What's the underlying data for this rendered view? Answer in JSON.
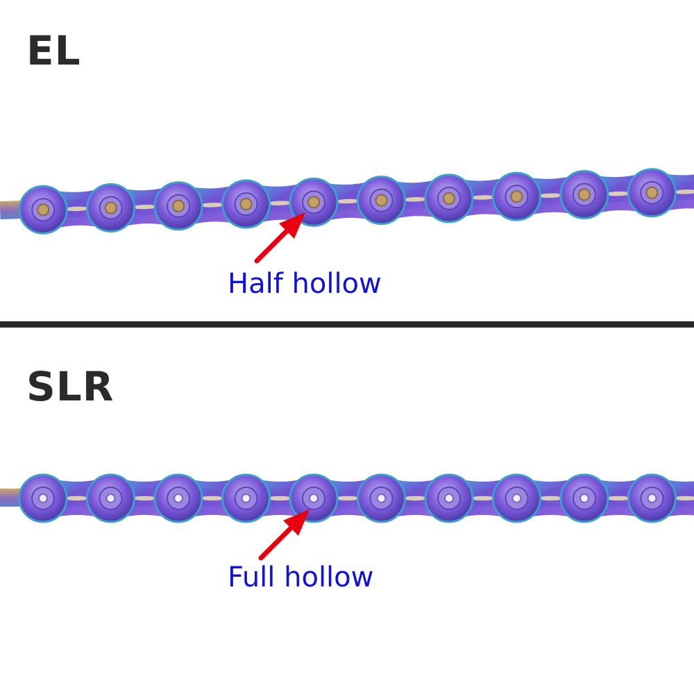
{
  "top": {
    "title": "EL",
    "callout": "Half hollow",
    "hollow_type": "half"
  },
  "bottom": {
    "title": "SLR",
    "callout": "Full hollow",
    "hollow_type": "full"
  },
  "colors": {
    "title": "#2b2b2b",
    "callout_text": "#1010e0",
    "arrow": "#e8000f",
    "divider": "#2a2a2a",
    "chain_purple": "#6a4fd6",
    "chain_blue": "#3fa6d8",
    "chain_gold": "#c9a45a"
  }
}
